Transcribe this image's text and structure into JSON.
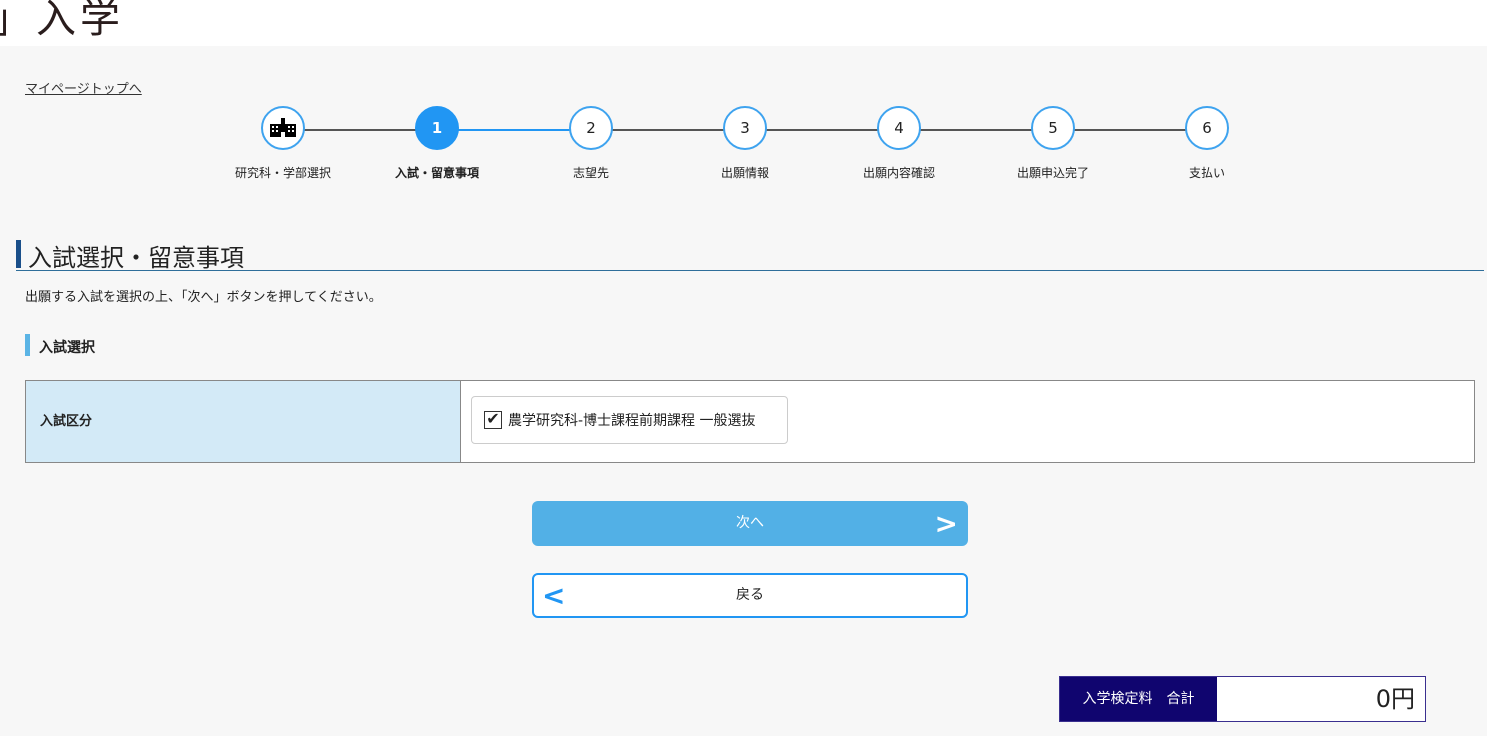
{
  "header": {
    "logo_text": "」入学"
  },
  "nav": {
    "top_link": "マイページトップへ"
  },
  "steps": [
    {
      "label": "研究科・学部選択",
      "icon": "school-building-icon"
    },
    {
      "num": "1",
      "label": "入試・留意事項",
      "active": true
    },
    {
      "num": "2",
      "label": "志望先"
    },
    {
      "num": "3",
      "label": "出願情報"
    },
    {
      "num": "4",
      "label": "出願内容確認"
    },
    {
      "num": "5",
      "label": "出願申込完了"
    },
    {
      "num": "6",
      "label": "支払い"
    }
  ],
  "page": {
    "title": "入試選択・留意事項",
    "description": "出願する入試を選択の上、「次へ」ボタンを押してください。",
    "section_title": "入試選択"
  },
  "form": {
    "row_label": "入試区分",
    "option_label": "農学研究科-博士課程前期課程 一般選抜",
    "option_checked": true
  },
  "buttons": {
    "next": "次へ",
    "back": "戻る"
  },
  "fee": {
    "label": "入学検定料　合計",
    "value": "0円"
  }
}
